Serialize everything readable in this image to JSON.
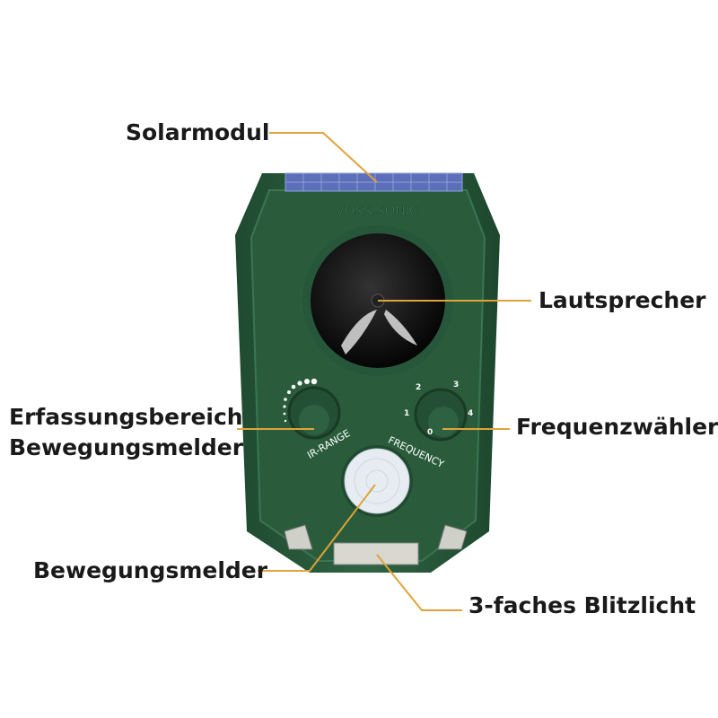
{
  "device": {
    "brand": "VOSS.SONIC",
    "knob_left_label": "IR-RANGE",
    "knob_right_label": "FREQUENCY",
    "frequency_marks": [
      "0",
      "1",
      "2",
      "3",
      "4"
    ],
    "body_color": "#2b5e3e",
    "leader_color": "#e0a33a"
  },
  "labels": {
    "solar": "Solarmodul",
    "speaker": "Lautsprecher",
    "range_line1": "Erfassungsbereich",
    "range_line2": "Bewegungsmelder",
    "frequency": "Frequenzwähler",
    "motion": "Bewegungsmelder",
    "flash": "3-faches Blitzlicht"
  }
}
